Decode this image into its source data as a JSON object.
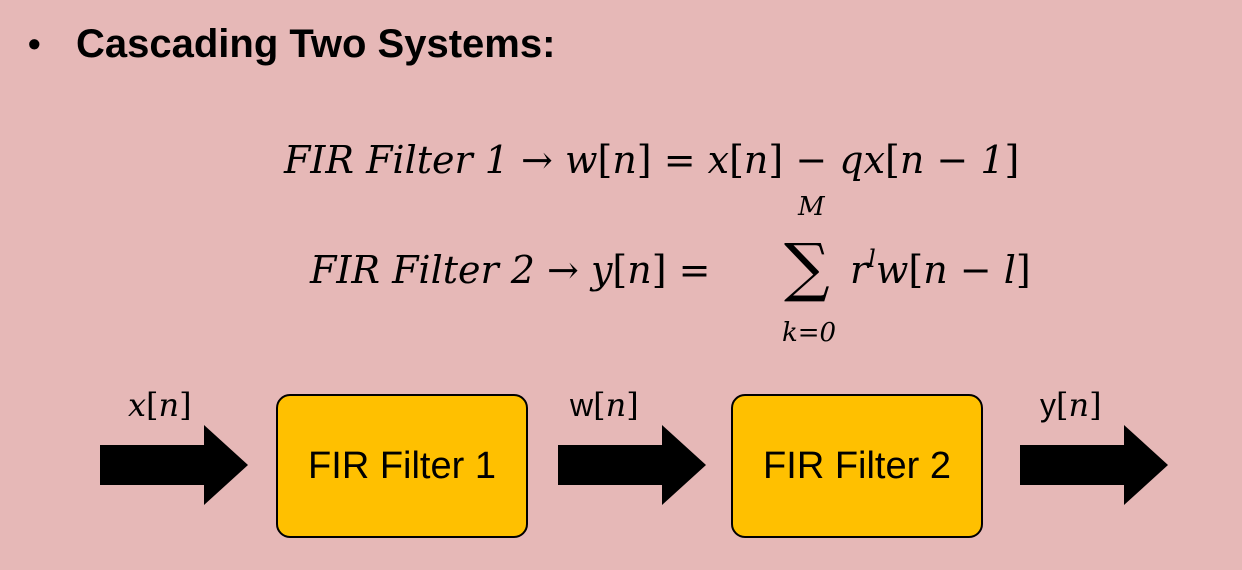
{
  "heading": {
    "bullet": "•",
    "title": "Cascading Two Systems:"
  },
  "equation1": {
    "lhs": "FIR Filter 1",
    "arrow": "→",
    "output": "w",
    "equals": "=",
    "rhs_term1": "x",
    "minus": "−",
    "coef": "q",
    "rhs_term2": "x",
    "shift": "n − 1"
  },
  "equation2": {
    "lhs": "FIR Filter 2",
    "arrow": "→",
    "output": "y",
    "equals": "=",
    "sum": "∑",
    "upper_limit": "M",
    "lower_limit": "k=0",
    "base": "r",
    "exponent": "l",
    "term": "w",
    "shift": "n − l"
  },
  "diagram": {
    "input_label_var": "x",
    "mid_label_var": "w",
    "output_label_var": "y",
    "index": "n",
    "block1": "FIR Filter 1",
    "block2": "FIR Filter 2"
  }
}
